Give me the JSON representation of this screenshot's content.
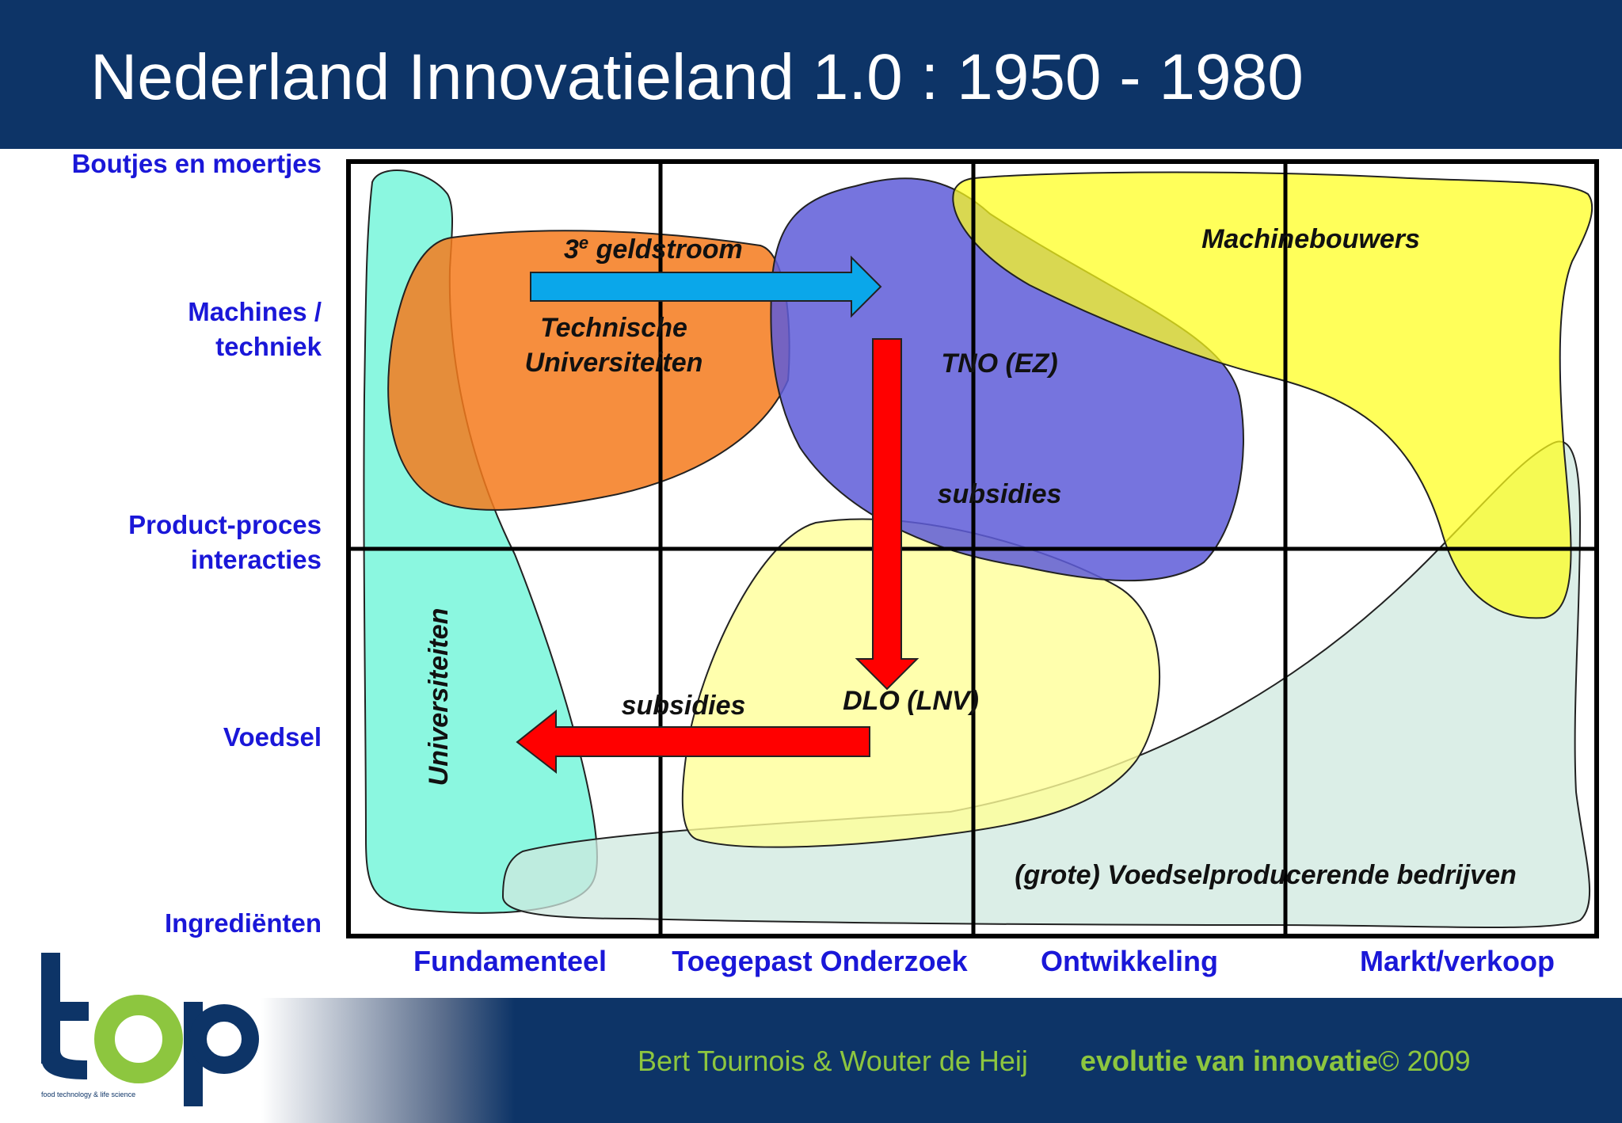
{
  "slide": {
    "title": "Nederland Innovatieland 1.0 : 1950 - 1980"
  },
  "axes": {
    "y_labels": [
      {
        "lines": [
          "Boutjes en moertjes"
        ]
      },
      {
        "lines": [
          "Machines /",
          "techniek"
        ]
      },
      {
        "lines": [
          "Product-proces",
          "interacties"
        ]
      },
      {
        "lines": [
          "Voedsel"
        ]
      },
      {
        "lines": [
          "Ingrediënten"
        ]
      }
    ],
    "x_labels": [
      "Fundamenteel",
      "Toegepast Onderzoek",
      "Ontwikkeling",
      "Markt/verkoop"
    ]
  },
  "regions": {
    "universiteiten": "Universiteiten",
    "tu_line1": "Technische",
    "tu_line2": "Universiteiten",
    "tno": "TNO (EZ)",
    "dlo": "DLO (LNV)",
    "machinebouwers": "Machinebouwers",
    "voedselproducenten": "(grote) Voedselproducerende bedrijven"
  },
  "arrows": {
    "geldstroom_base": "3",
    "geldstroom_sup": "e",
    "geldstroom_rest": " geldstroom",
    "subsidies_down": "subsidies",
    "subsidies_left": "subsidies"
  },
  "colors": {
    "header": "#0d3467",
    "axis_label": "#1a17d8",
    "universiteiten_fill": "#6ef5d8",
    "tu_fill": "#f47a1c",
    "tno_fill": "#5e5cd8",
    "machinebouwers_fill": "#ffff1a",
    "dlo_fill": "#ffff99",
    "voedsel_fill": "#cfe8df",
    "geldstroom_arrow": "#0aa7ea",
    "subsidie_arrow": "#ff0000",
    "footer_text": "#8dc63f"
  },
  "footer": {
    "authors": "Bert Tournois & Wouter de Heij",
    "work": "evolutie van innovatie",
    "copyright": "© 2009"
  },
  "logo": {
    "text": "top",
    "tagline": "food technology & life science"
  }
}
